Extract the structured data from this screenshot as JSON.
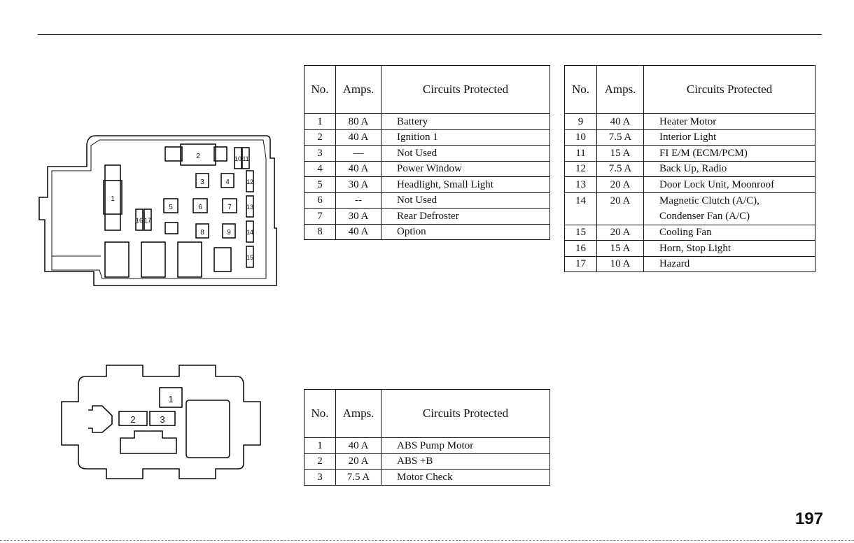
{
  "page_number": "197",
  "headers": {
    "no": "No.",
    "amps": "Amps.",
    "circuits": "Circuits Protected"
  },
  "diagram_top": {
    "labels": [
      "1",
      "2",
      "3",
      "4",
      "5",
      "6",
      "7",
      "8",
      "9",
      "10",
      "11",
      "12",
      "13",
      "14",
      "15",
      "16",
      "17"
    ]
  },
  "diagram_bottom": {
    "labels": [
      "1",
      "2",
      "3"
    ]
  },
  "table_top_left": {
    "rows": [
      {
        "no": "1",
        "amps": "80 A",
        "circuit": "Battery"
      },
      {
        "no": "2",
        "amps": "40 A",
        "circuit": "Ignition 1"
      },
      {
        "no": "3",
        "amps": "—",
        "circuit": "Not Used"
      },
      {
        "no": "4",
        "amps": "40 A",
        "circuit": "Power Window"
      },
      {
        "no": "5",
        "amps": "30 A",
        "circuit": "Headlight, Small Light"
      },
      {
        "no": "6",
        "amps": "--",
        "circuit": "Not Used"
      },
      {
        "no": "7",
        "amps": "30 A",
        "circuit": "Rear Defroster"
      },
      {
        "no": "8",
        "amps": "40 A",
        "circuit": "Option"
      }
    ]
  },
  "table_top_right": {
    "rows": [
      {
        "no": "9",
        "amps": "40 A",
        "circuit": "Heater Motor"
      },
      {
        "no": "10",
        "amps": "7.5 A",
        "circuit": "Interior Light"
      },
      {
        "no": "11",
        "amps": "15 A",
        "circuit": "FI E/M (ECM/PCM)"
      },
      {
        "no": "12",
        "amps": "7.5 A",
        "circuit": "Back Up, Radio"
      },
      {
        "no": "13",
        "amps": "20 A",
        "circuit": "Door Lock Unit, Moonroof"
      },
      {
        "no": "14",
        "amps": "20 A",
        "circuit": "Magnetic Clutch (A/C),",
        "circuit_line2": "Condenser Fan (A/C)"
      },
      {
        "no": "15",
        "amps": "20 A",
        "circuit": "Cooling Fan"
      },
      {
        "no": "16",
        "amps": "15 A",
        "circuit": "Horn, Stop Light"
      },
      {
        "no": "17",
        "amps": "10 A",
        "circuit": "Hazard"
      }
    ]
  },
  "table_bottom": {
    "rows": [
      {
        "no": "1",
        "amps": "40 A",
        "circuit": "ABS Pump Motor"
      },
      {
        "no": "2",
        "amps": "20 A",
        "circuit": "ABS +B"
      },
      {
        "no": "3",
        "amps": "7.5 A",
        "circuit": "Motor Check"
      }
    ]
  }
}
